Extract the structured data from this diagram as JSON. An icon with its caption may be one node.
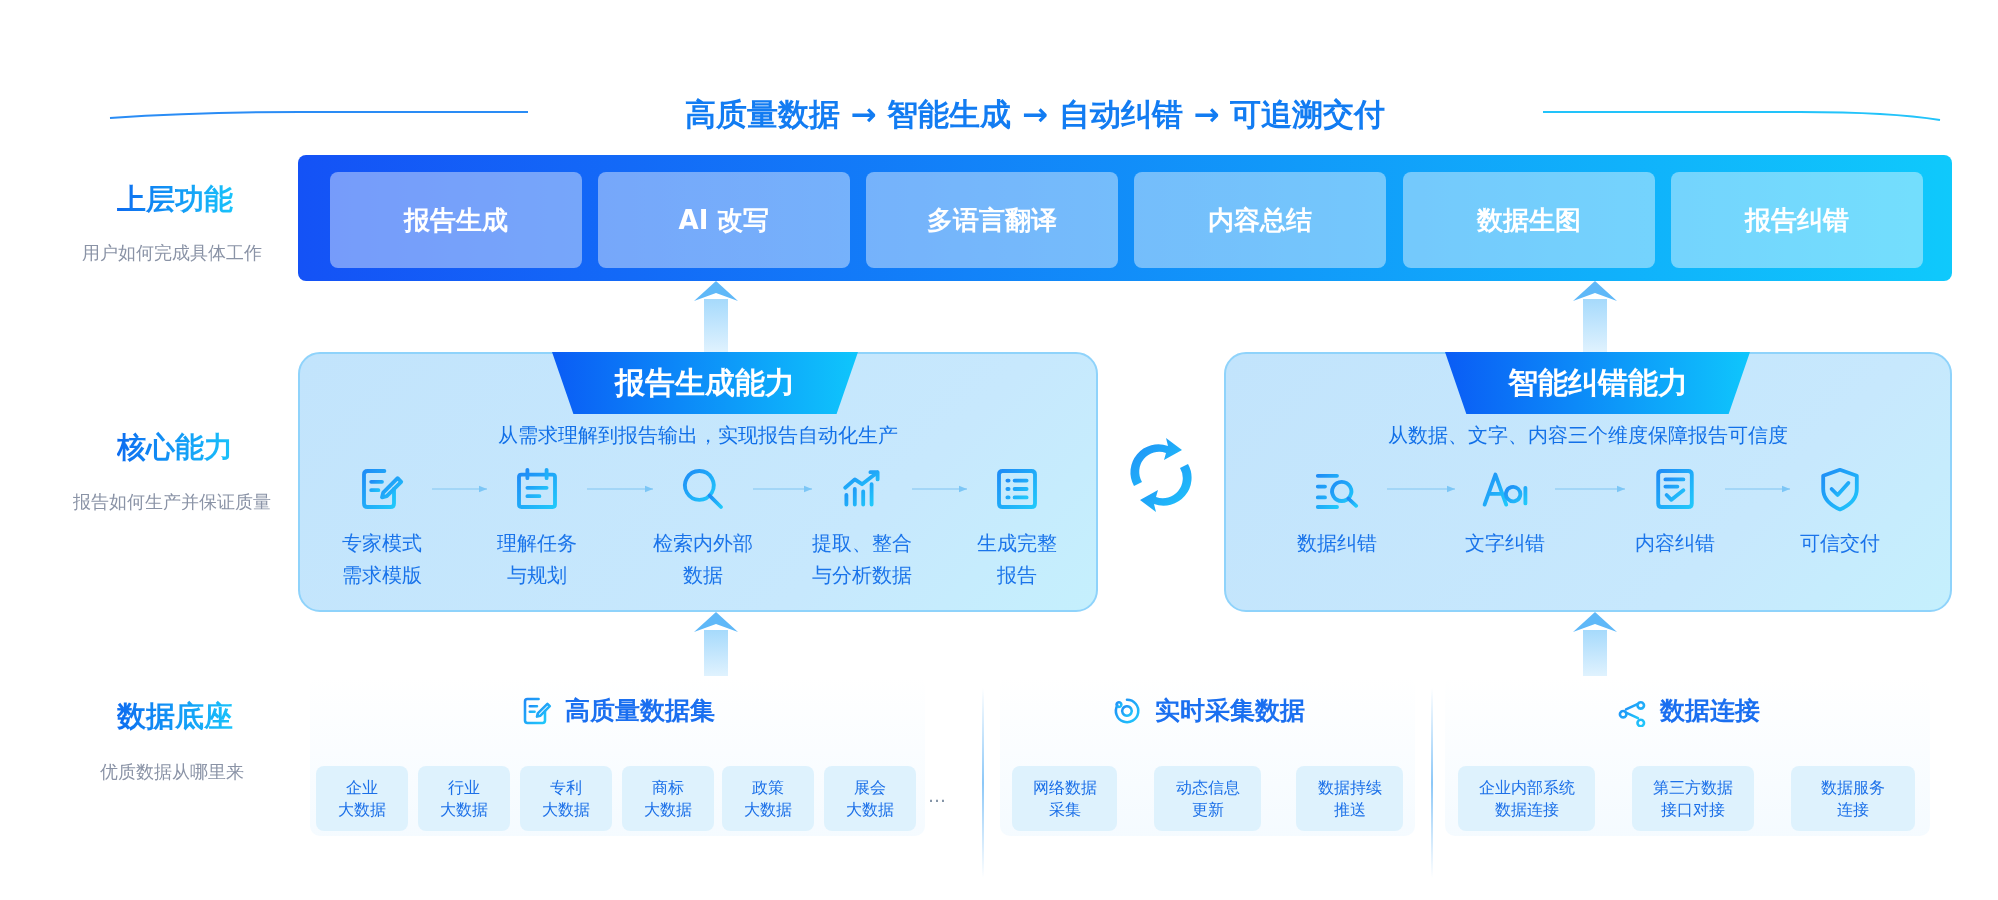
{
  "diagram": {
    "title": "高质量数据 → 智能生成 → 自动纠错 → 可追溯交付",
    "nodes": [
      {
        "text": [],
        "shape": "box"
      },
      {
        "text": [
          "报告生成"
        ],
        "in": 0
      },
      {
        "text": [
          "AI 改写"
        ],
        "in": 0
      },
      {
        "text": [
          "多语言翻译"
        ],
        "in": 0
      },
      {
        "text": [
          "内容总结"
        ],
        "in": 0
      },
      {
        "text": [
          "数据生图"
        ],
        "in": 0
      },
      {
        "text": [
          "报告纠错"
        ],
        "in": 0
      },
      {
        "text": [
          "报告生成能力",
          "从需求理解到报告输出，实现报告自动化生产"
        ]
      },
      {
        "text": [
          "专家模式需求模版"
        ],
        "in": 7
      },
      {
        "text": [
          "理解任务与规划"
        ],
        "in": 7
      },
      {
        "text": [
          "检索内外部数据"
        ],
        "in": 7
      },
      {
        "text": [
          "提取、整合与分析数据"
        ],
        "in": 7
      },
      {
        "text": [
          "生成完整报告"
        ],
        "in": 7
      },
      {
        "text": [
          "智能纠错能力",
          "从数据、文字、内容三个维度保障报告可信度"
        ]
      },
      {
        "text": [
          "数据纠错"
        ],
        "in": 13
      },
      {
        "text": [
          "文字纠错"
        ],
        "in": 13
      },
      {
        "text": [
          "内容纠错"
        ],
        "in": 13
      },
      {
        "text": [
          "可信交付"
        ],
        "in": 13
      },
      {
        "text": [
          "高质量数据集"
        ]
      },
      {
        "text": [
          "企业大数据"
        ],
        "in": 18
      },
      {
        "text": [
          "行业大数据"
        ],
        "in": 18
      },
      {
        "text": [
          "专利大数据"
        ],
        "in": 18
      },
      {
        "text": [
          "商标大数据"
        ],
        "in": 18
      },
      {
        "text": [
          "政策大数据"
        ],
        "in": 18
      },
      {
        "text": [
          "展会大数据"
        ],
        "in": 18
      },
      {
        "text": [
          "实时采集数据"
        ]
      },
      {
        "text": [
          "网络数据采集"
        ],
        "in": 25
      },
      {
        "text": [
          "动态信息更新"
        ],
        "in": 25
      },
      {
        "text": [
          "数据持续推送"
        ],
        "in": 25
      },
      {
        "text": [
          "数据连接"
        ]
      },
      {
        "text": [
          "企业内部系统数据连接"
        ],
        "in": 29
      },
      {
        "text": [
          "第三方数据接口对接"
        ],
        "in": 29
      },
      {
        "text": [
          "数据服务连接"
        ],
        "in": 29
      }
    ],
    "edges": [
      {
        "from": 7,
        "to": 0,
        "arrow": "to",
        "style": "thick"
      },
      {
        "from": 13,
        "to": 0,
        "arrow": "to",
        "style": "thick"
      },
      {
        "from": 8,
        "to": 9,
        "arrow": "to"
      },
      {
        "from": 9,
        "to": 10,
        "arrow": "to"
      },
      {
        "from": 10,
        "to": 11,
        "arrow": "to"
      },
      {
        "from": 11,
        "to": 12,
        "arrow": "to"
      },
      {
        "from": 14,
        "to": 15,
        "arrow": "to"
      },
      {
        "from": 15,
        "to": 16,
        "arrow": "to"
      },
      {
        "from": 16,
        "to": 17,
        "arrow": "to"
      },
      {
        "from": 18,
        "to": 7,
        "arrow": "to",
        "style": "thick"
      },
      {
        "from": 29,
        "to": 13,
        "arrow": "to",
        "style": "thick"
      }
    ],
    "labels": [
      "上层功能",
      "用户如何完成具体工作",
      "核心能力",
      "报告如何生产并保证质量",
      "数据底座",
      "优质数据从哪里来",
      "…"
    ]
  }
}
